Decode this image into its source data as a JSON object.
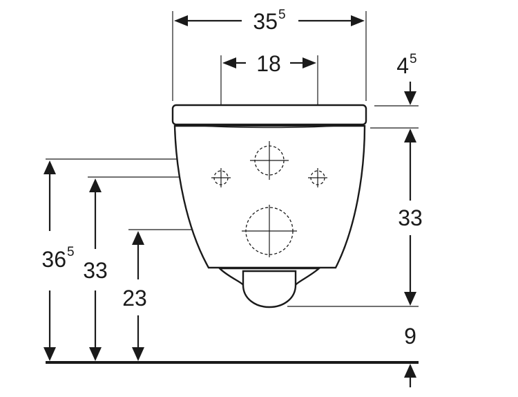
{
  "dimensions": {
    "overall_width": {
      "value": "35",
      "superscript": "5"
    },
    "fixing_spacing": {
      "value": "18"
    },
    "seat_thickness": {
      "value": "4",
      "superscript": "5"
    },
    "bowl_height": {
      "value": "33"
    },
    "bottom_gap": {
      "value": "9"
    },
    "upper_hole_height": {
      "value": "36",
      "superscript": "5"
    },
    "fixing_height": {
      "value": "33"
    },
    "drain_height": {
      "value": "23"
    }
  }
}
